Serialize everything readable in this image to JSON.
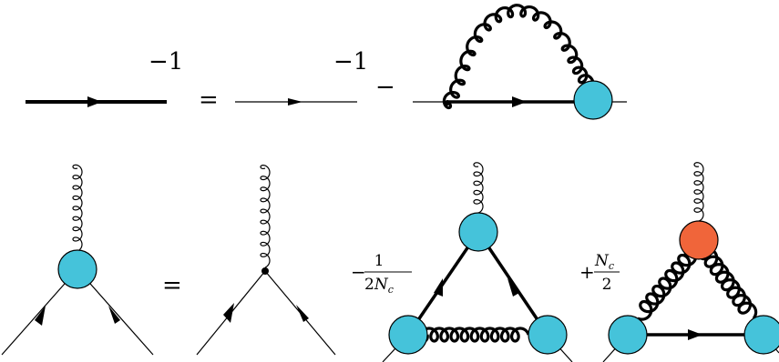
{
  "equations": {
    "propagator": {
      "inverse_power_left": "−1",
      "equals": "=",
      "inverse_power_right": "−1",
      "minus": "−"
    },
    "vertex": {
      "equals": "=",
      "coef1_sign": "−",
      "coef1_numerator": "1",
      "coef1_denominator_factor": "2",
      "coef1_denominator_symbol": "N",
      "coef1_denominator_subscript": "c",
      "coef2_sign": "+",
      "coef2_numerator_symbol": "N",
      "coef2_numerator_subscript": "c",
      "coef2_denominator": "2"
    }
  },
  "colors": {
    "dressed_vertex": "#45C3DA",
    "three_gluon_vertex": "#F0653A",
    "line": "#000000"
  }
}
